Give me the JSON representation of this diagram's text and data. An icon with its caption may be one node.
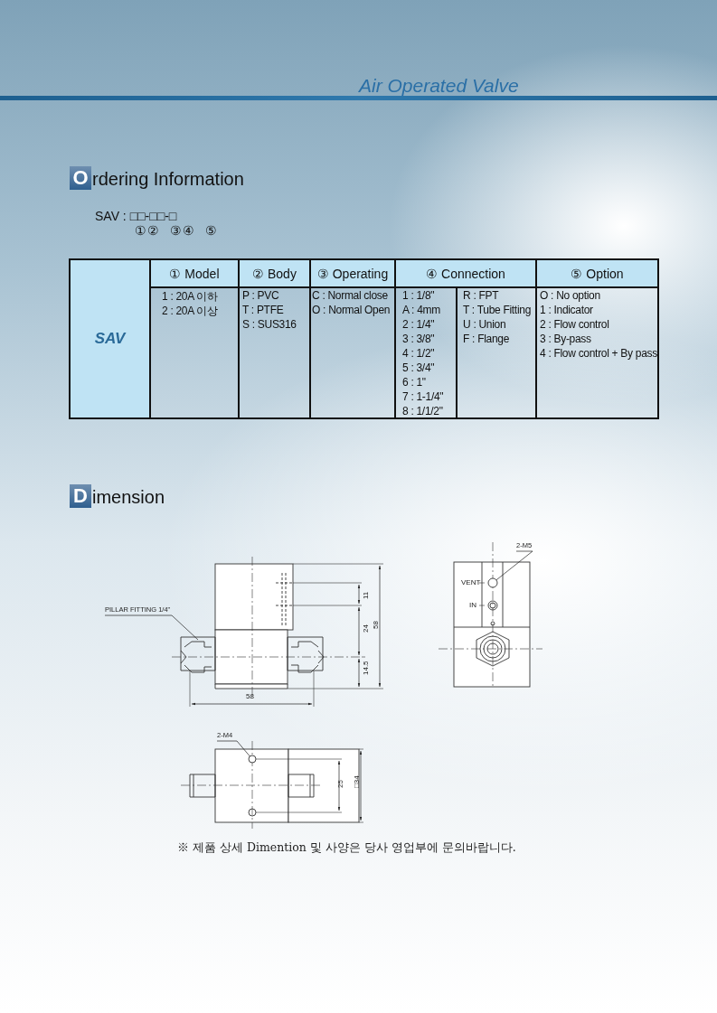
{
  "diagram": {
    "title": "Air Operated Valve",
    "nodes": [
      {
        "text": [
          "PILLAR FITTING 1/4\""
        ]
      },
      {
        "text": [
          "2-M5"
        ]
      },
      {
        "text": [
          "2-M4"
        ]
      },
      {
        "text": [],
        "shape": "circle"
      },
      {
        "text": [],
        "shape": "circle"
      }
    ],
    "edges": [
      {
        "from": 0,
        "to": null,
        "arrow": "none"
      },
      {
        "from": 1,
        "to": 3,
        "arrow": "none"
      },
      {
        "from": 2,
        "to": 4,
        "arrow": "none"
      }
    ],
    "labels": [
      "Ordering Information",
      "SAV : □□-□□-□",
      "①② ③④ ⑤",
      "SAV",
      "① Model",
      "② Body",
      "③ Operating",
      "④ Connection",
      "⑤ Option",
      "1 : 20A 이하",
      "2 : 20A 이상",
      "P : PVC",
      "T : PTFE",
      "S : SUS316",
      "C : Normal close",
      "O : Normal Open",
      "1 : 1/8\"",
      "A : 4mm",
      "2 : 1/4\"",
      "3 : 3/8\"",
      "4 : 1/2\"",
      "5 : 3/4\"",
      "6 : 1\"",
      "7 : 1-1/4\"",
      "8 : 1/1/2\"",
      "R : FPT",
      "T : Tube Fitting",
      "U : Union",
      "F : Flange",
      "O : No option",
      "1 : Indicator",
      "2 : Flow control",
      "3 : By-pass",
      "4 : Flow control + By pass",
      "Dimension",
      "11",
      "24",
      "58",
      "14.5",
      "58",
      "VENT",
      "IN",
      "25",
      "□34",
      "※ 제품 상세 Dimention 및 사양은 당사 영업부에 문의바랍니다."
    ]
  }
}
